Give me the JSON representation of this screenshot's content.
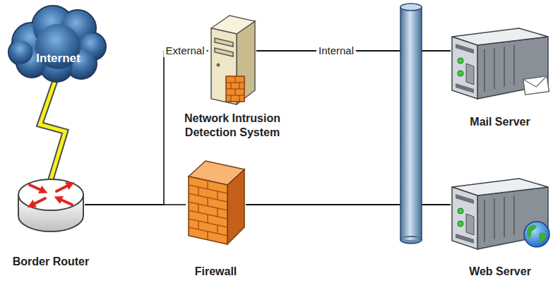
{
  "diagram": {
    "nodes": [
      {
        "text": [
          "Internet"
        ]
      },
      {
        "text": [
          "Border Router"
        ]
      },
      {
        "text": [
          "Network Intrusion Detection System"
        ]
      },
      {
        "text": [
          "Firewall"
        ]
      },
      {
        "text": [
          "Mail Server"
        ]
      },
      {
        "text": [
          "Web Server"
        ]
      }
    ],
    "edges": [
      {
        "from": 0,
        "to": 1,
        "arrow": "none"
      },
      {
        "from": 1,
        "to": 3,
        "arrow": "none"
      },
      {
        "from": 1,
        "to": 2,
        "label": "External",
        "arrow": "none"
      },
      {
        "from": 2,
        "to": 4,
        "label": "Internal",
        "arrow": "none"
      },
      {
        "from": 2,
        "to": 5,
        "arrow": "none"
      },
      {
        "from": 3,
        "to": 4,
        "arrow": "none"
      },
      {
        "from": 3,
        "to": 5,
        "arrow": "none"
      }
    ]
  }
}
